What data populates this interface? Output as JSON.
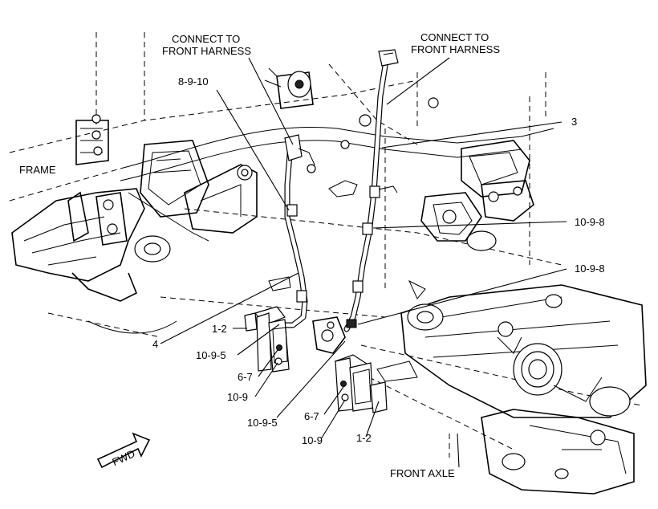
{
  "labels": {
    "connect_left": [
      "CONNECT TO",
      "FRONT HARNESS"
    ],
    "connect_right": [
      "CONNECT TO",
      "FRONT HARNESS"
    ],
    "frame": "FRAME",
    "front_axle": "FRONT AXLE",
    "fwd": "FWD",
    "ref_8_9_10": "8-9-10",
    "ref_3": "3",
    "ref_4": "4",
    "ref_10_9_8_upper": "10-9-8",
    "ref_10_9_8_lower": "10-9-8",
    "ref_1_2_left": "1-2",
    "ref_10_9_5_left": "10-9-5",
    "ref_6_7_left": "6-7",
    "ref_10_9_left": "10-9",
    "ref_10_9_5_bottom": "10-9-5",
    "ref_6_7_right": "6-7",
    "ref_10_9_right": "10-9",
    "ref_1_2_right": "1-2"
  },
  "colors": {
    "line": "#000000",
    "background": "#ffffff"
  }
}
